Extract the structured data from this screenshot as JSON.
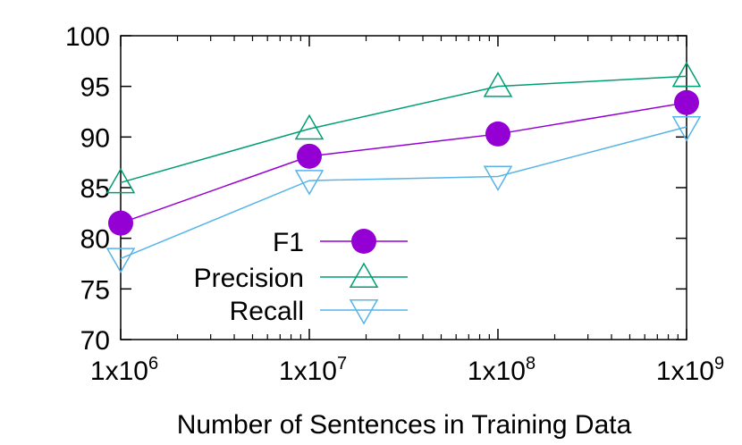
{
  "chart_data": {
    "type": "line",
    "title": "",
    "xlabel": "Number of Sentences in Training Data",
    "ylabel": "",
    "x_scale": "log",
    "x": [
      1000000,
      10000000,
      100000000,
      1000000000
    ],
    "xlim": [
      1000000,
      1000000000
    ],
    "ylim": [
      70,
      100
    ],
    "x_ticks": [
      {
        "value": 1000000,
        "base": "1x10",
        "exp": "6"
      },
      {
        "value": 10000000,
        "base": "1x10",
        "exp": "7"
      },
      {
        "value": 100000000,
        "base": "1x10",
        "exp": "8"
      },
      {
        "value": 1000000000,
        "base": "1x10",
        "exp": "9"
      }
    ],
    "y_ticks": [
      "70",
      "75",
      "80",
      "85",
      "90",
      "95",
      "100"
    ],
    "grid": false,
    "legend_position": "bottom-left",
    "series": [
      {
        "name": "F1",
        "marker": "filled-circle",
        "color": "#9400d3",
        "values": [
          81.5,
          88.1,
          90.3,
          93.4
        ]
      },
      {
        "name": "Precision",
        "marker": "open-triangle-up",
        "color": "#009e73",
        "values": [
          85.5,
          90.8,
          95.0,
          96.0
        ]
      },
      {
        "name": "Recall",
        "marker": "open-triangle-down",
        "color": "#56b4e9",
        "values": [
          78.0,
          85.7,
          86.1,
          91.0
        ]
      }
    ]
  }
}
